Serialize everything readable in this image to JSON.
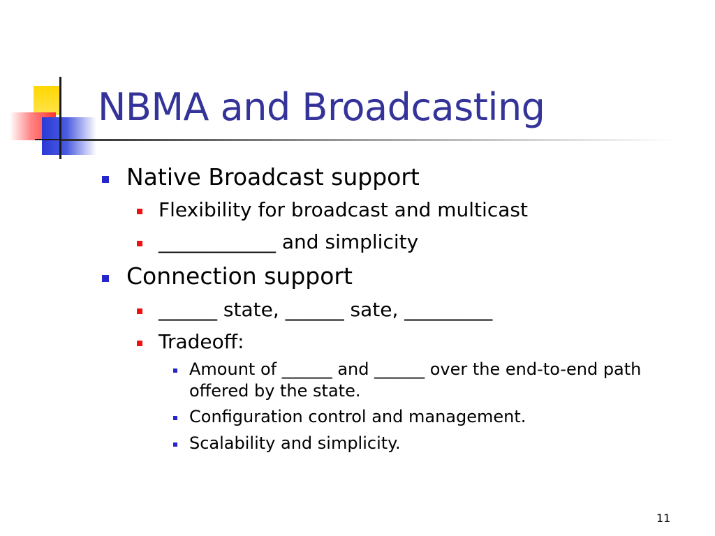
{
  "slide": {
    "title": "NBMA and Broadcasting",
    "number": "11",
    "accent_colors": {
      "title": "#333399",
      "level1_bullet": "#2626cc",
      "level2_bullet": "#ee1111",
      "level3_bullet": "#2626cc"
    },
    "bullets": [
      {
        "text": "Native Broadcast support"
      },
      {
        "text": "Flexibility for broadcast and multicast"
      },
      {
        "text": "____________ and simplicity"
      },
      {
        "text": "Connection support"
      },
      {
        "text": "______ state, ______ sate, _________"
      },
      {
        "text": "Tradeoff:"
      },
      {
        "text": "Amount of ______ and ______ over the end-to-end path offered by the state."
      },
      {
        "text": "Configuration control and management."
      },
      {
        "text": "Scalability and simplicity."
      }
    ]
  }
}
